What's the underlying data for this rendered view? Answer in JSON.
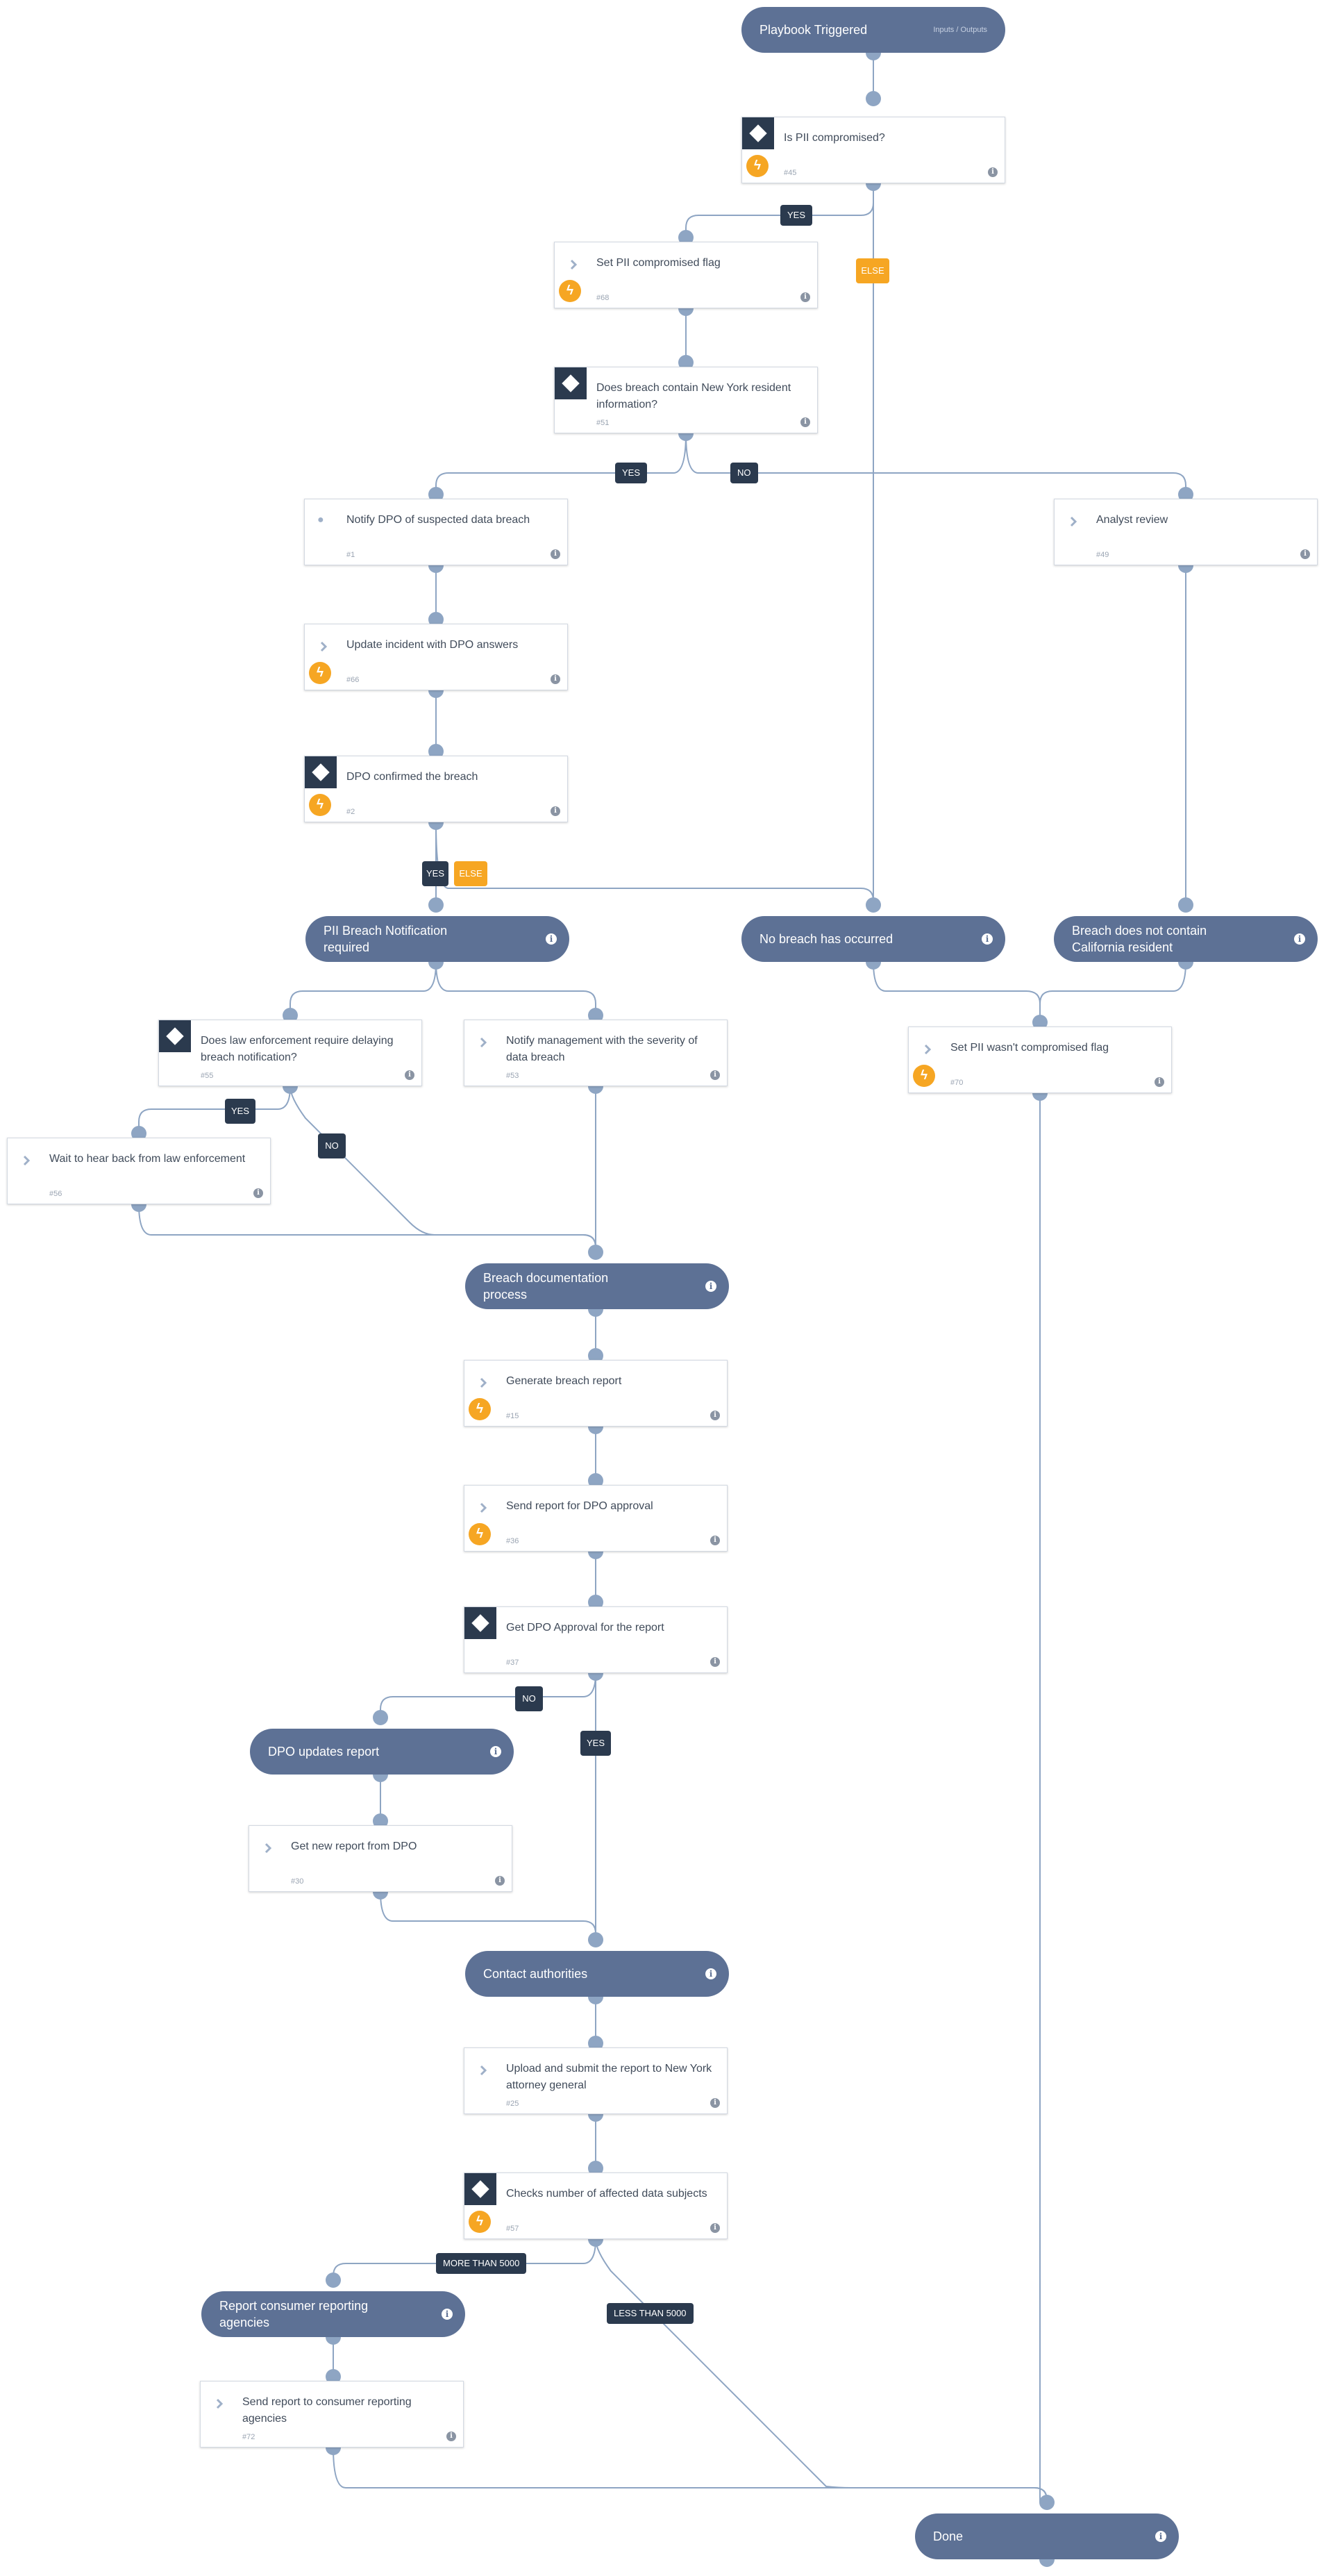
{
  "colors": {
    "edge": "#8ea5c3",
    "terminal": "#5d7195",
    "condition_icon": "#2b3a4e",
    "automation_icon": "#f6a623",
    "label_dark": "#2b3a4e",
    "label_else": "#f6a623",
    "background": "#ffffff"
  },
  "icons": {
    "condition": "diamond-icon",
    "task": "chevron-right-icon",
    "communication": "chat-bubbles-icon",
    "automation": "lightning-icon",
    "info": "info-icon"
  },
  "nodes": {
    "start": {
      "title": "Playbook Triggered",
      "sub": "Inputs / Outputs"
    },
    "is_pii": {
      "title": "Is PII compromised?",
      "num": "#45"
    },
    "set_pii_flag": {
      "title": "Set PII compromised flag",
      "num": "#68"
    },
    "ny_resident": {
      "title": "Does breach contain New York resident information?",
      "num": "#51"
    },
    "notify_dpo": {
      "title": "Notify DPO of suspected data breach",
      "num": "#1"
    },
    "analyst_review": {
      "title": "Analyst review",
      "num": "#49"
    },
    "update_incident": {
      "title": "Update incident with DPO answers",
      "num": "#66"
    },
    "dpo_confirmed": {
      "title": "DPO confirmed the breach",
      "num": "#2"
    },
    "pii_required": {
      "title": "PII Breach Notification required"
    },
    "no_breach": {
      "title": "No breach has occurred"
    },
    "no_california": {
      "title": "Breach does not contain California resident"
    },
    "law_enforcement": {
      "title": "Does law enforcement require delaying breach notification?",
      "num": "#55"
    },
    "notify_mgmt": {
      "title": "Notify management with the severity of data breach",
      "num": "#53"
    },
    "set_not_compromised": {
      "title": "Set PII wasn't compromised flag",
      "num": "#70"
    },
    "wait_law": {
      "title": "Wait to hear back from law enforcement",
      "num": "#56"
    },
    "doc_process": {
      "title": "Breach documentation process"
    },
    "generate_report": {
      "title": "Generate breach report",
      "num": "#15"
    },
    "send_dpo": {
      "title": "Send report for DPO approval",
      "num": "#36"
    },
    "get_approval": {
      "title": "Get DPO Approval for the report",
      "num": "#37"
    },
    "dpo_updates": {
      "title": "DPO updates report"
    },
    "get_new_report": {
      "title": "Get new report from DPO",
      "num": "#30"
    },
    "contact_auth": {
      "title": "Contact authorities"
    },
    "upload_ny": {
      "title": "Upload and submit the report to New York attorney general",
      "num": "#25"
    },
    "check_subjects": {
      "title": "Checks number of affected data subjects",
      "num": "#57"
    },
    "report_agencies": {
      "title": "Report consumer reporting agencies"
    },
    "send_agencies": {
      "title": "Send report to consumer reporting agencies",
      "num": "#72"
    },
    "done": {
      "title": "Done"
    }
  },
  "labels": {
    "l1": "YES",
    "l2": "ELSE",
    "l3": "YES",
    "l4": "NO",
    "l5": "YES",
    "l6": "ELSE",
    "l7": "YES",
    "l8": "NO",
    "l9": "NO",
    "l10": "YES",
    "l11": "MORE THAN 5000",
    "l12": "LESS THAN 5000"
  },
  "edges": [
    [
      "start",
      "is_pii"
    ],
    [
      "is_pii",
      "set_pii_flag",
      "YES"
    ],
    [
      "is_pii",
      "no_breach",
      "ELSE"
    ],
    [
      "set_pii_flag",
      "ny_resident"
    ],
    [
      "ny_resident",
      "notify_dpo",
      "YES"
    ],
    [
      "ny_resident",
      "analyst_review",
      "NO"
    ],
    [
      "notify_dpo",
      "update_incident"
    ],
    [
      "update_incident",
      "dpo_confirmed"
    ],
    [
      "dpo_confirmed",
      "pii_required",
      "YES"
    ],
    [
      "dpo_confirmed",
      "no_breach",
      "ELSE"
    ],
    [
      "analyst_review",
      "no_california"
    ],
    [
      "pii_required",
      "law_enforcement"
    ],
    [
      "pii_required",
      "notify_mgmt"
    ],
    [
      "no_breach",
      "set_not_compromised"
    ],
    [
      "no_california",
      "set_not_compromised"
    ],
    [
      "law_enforcement",
      "wait_law",
      "YES"
    ],
    [
      "law_enforcement",
      "doc_process",
      "NO"
    ],
    [
      "wait_law",
      "doc_process"
    ],
    [
      "notify_mgmt",
      "doc_process"
    ],
    [
      "set_not_compromised",
      "done"
    ],
    [
      "doc_process",
      "generate_report"
    ],
    [
      "generate_report",
      "send_dpo"
    ],
    [
      "send_dpo",
      "get_approval"
    ],
    [
      "get_approval",
      "dpo_updates",
      "NO"
    ],
    [
      "get_approval",
      "contact_auth",
      "YES"
    ],
    [
      "dpo_updates",
      "get_new_report"
    ],
    [
      "get_new_report",
      "contact_auth"
    ],
    [
      "contact_auth",
      "upload_ny"
    ],
    [
      "upload_ny",
      "check_subjects"
    ],
    [
      "check_subjects",
      "report_agencies",
      "MORE THAN 5000"
    ],
    [
      "check_subjects",
      "done",
      "LESS THAN 5000"
    ],
    [
      "report_agencies",
      "send_agencies"
    ],
    [
      "send_agencies",
      "done"
    ]
  ]
}
